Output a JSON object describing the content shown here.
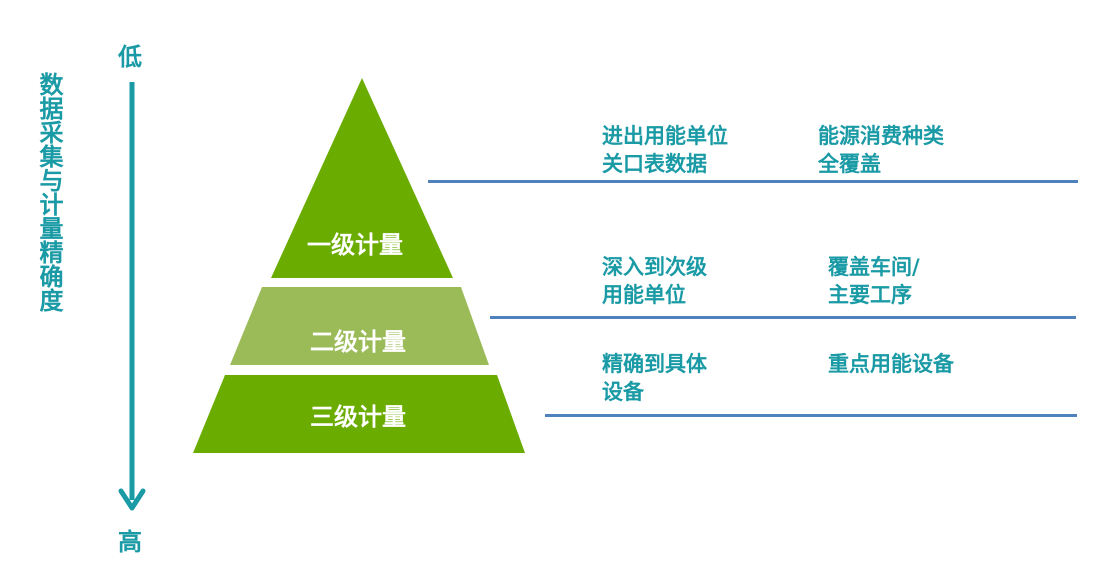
{
  "axis": {
    "low_label": "低",
    "high_label": "高",
    "title": "数据采集与计量精确度"
  },
  "colors": {
    "teal": "#1a9aa5",
    "level1": "#6aac00",
    "level2": "#9bbb59",
    "level3": "#6aac00",
    "divider": "#4f81bd"
  },
  "levels": [
    {
      "name": "一级计量",
      "scope": "进出用能单位\n关口表数据",
      "coverage": "能源消费种类\n全覆盖"
    },
    {
      "name": "二级计量",
      "scope": "深入到次级\n用能单位",
      "coverage": "覆盖车间/\n主要工序"
    },
    {
      "name": "三级计量",
      "scope": "精确到具体\n设备",
      "coverage": "重点用能设备"
    }
  ]
}
